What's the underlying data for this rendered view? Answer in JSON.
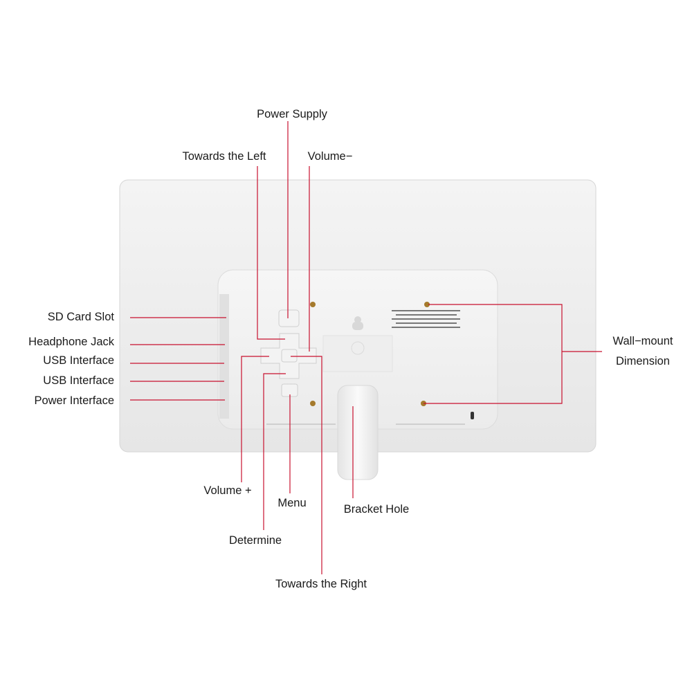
{
  "labels": {
    "power_supply": "Power Supply",
    "towards_left": "Towards the Left",
    "volume_minus": "Volume−",
    "sd_card_slot": "SD Card Slot",
    "headphone_jack": "Headphone Jack",
    "usb_interface_1": "USB Interface",
    "usb_interface_2": "USB Interface",
    "power_interface": "Power Interface",
    "wall_mount": "Wall−mount",
    "dimension": "Dimension",
    "volume_plus": "Volume +",
    "menu": "Menu",
    "determine": "Determine",
    "bracket_hole": "Bracket Hole",
    "towards_right": "Towards the Right"
  },
  "colors": {
    "callout_line": "#c8102e",
    "device_body": "#ededed"
  }
}
